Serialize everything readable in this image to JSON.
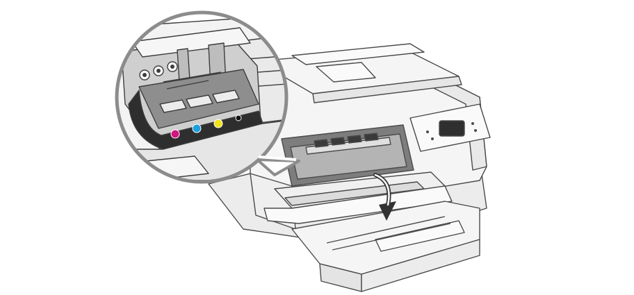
{
  "illustration": {
    "subject": "printer-ink-cartridge-access",
    "ink_slots": [
      {
        "color_name": "magenta",
        "color": "#d4147f"
      },
      {
        "color_name": "cyan",
        "color": "#1ea0df"
      },
      {
        "color_name": "yellow",
        "color": "#f2e21b"
      },
      {
        "color_name": "black",
        "color": "#111111"
      }
    ],
    "colors": {
      "outline": "#4a4a4a",
      "body_fill": "#f5f5f5",
      "shadow_fill": "#dcdcdc",
      "dark_fill": "#9a9a9a",
      "callout_ring": "#8c8c8c"
    },
    "arrow_direction": "down"
  }
}
